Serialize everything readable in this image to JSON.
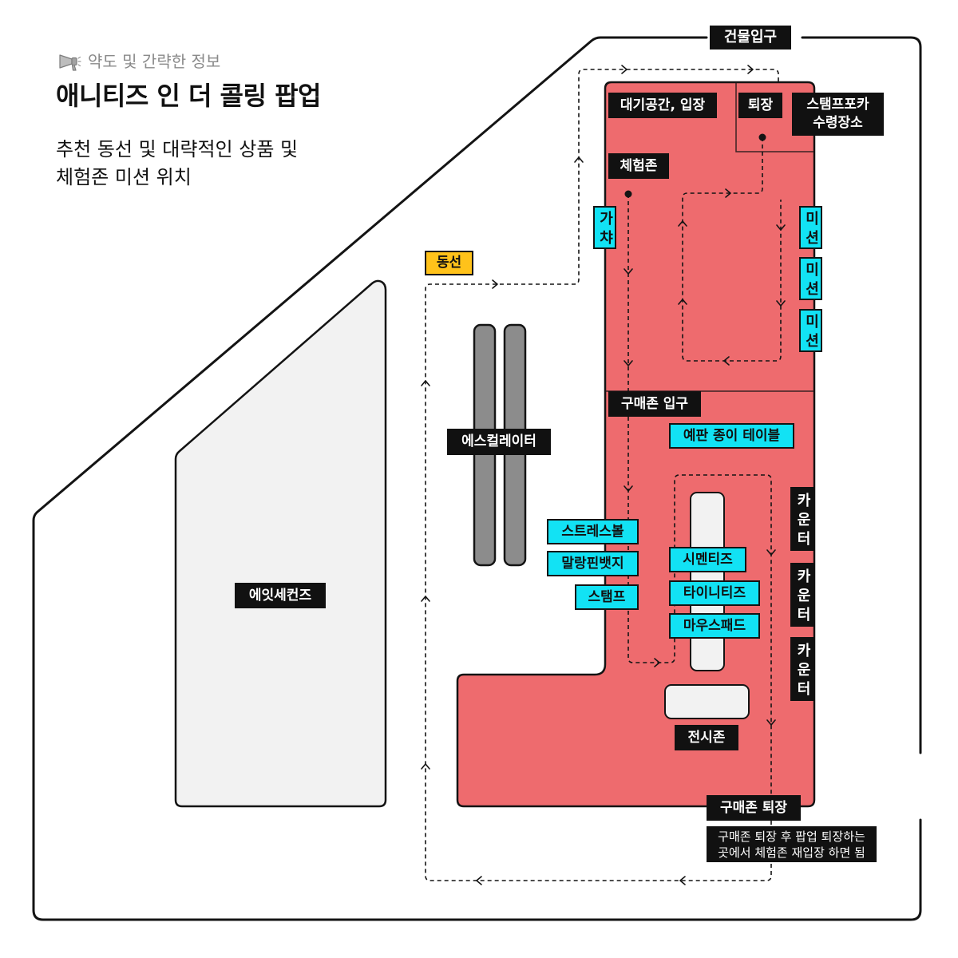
{
  "header": {
    "kicker_icon": "megaphone-icon",
    "kicker": "약도 및 간략한 정보",
    "title": "애니티즈 인 더 콜링 팝업",
    "description": [
      "추천 동선 및 대략적인 상품 및",
      "체험존 미션 위치"
    ]
  },
  "map": {
    "building_entrance": "건물입구",
    "neighbor_store": "에잇세컨즈",
    "escalator": "에스컬레이터",
    "route_legend": "동선",
    "zones": {
      "waiting_entry": "대기공간, 입장",
      "exit": "퇴장",
      "stamp_photocard_pickup": [
        "스탬프포카",
        "수령장소"
      ],
      "experience": "체험존",
      "purchase_entry": "구매존 입구",
      "display": "전시존",
      "purchase_exit": "구매존 퇴장"
    },
    "experience_items": {
      "gacha": "가챠",
      "missions": [
        "미션",
        "미션",
        "미션"
      ]
    },
    "purchase_items": {
      "preorder_table": "예판 종이 테이블",
      "counters": [
        "카운터",
        "카운터",
        "카운터"
      ],
      "left_shelf": [
        "스트레스볼",
        "말랑핀뱃지",
        "스탬프"
      ],
      "center_table": [
        "시멘티즈",
        "타이니티즈",
        "마우스패드"
      ]
    },
    "note": [
      "구매존 퇴장 후 팝업 퇴장하는",
      "곳에서 체험존 재입장 하면 됨"
    ]
  },
  "colors": {
    "zone": "#ee6b6e",
    "item_label": "#12e2f4",
    "route_label": "#ffc21a",
    "neighbor_store": "#f2f2f2",
    "escalator": "#8c8c8c",
    "display_table": "#f2f2f2",
    "label_dark": "#111111",
    "kicker_text": "#8a8a8a"
  }
}
